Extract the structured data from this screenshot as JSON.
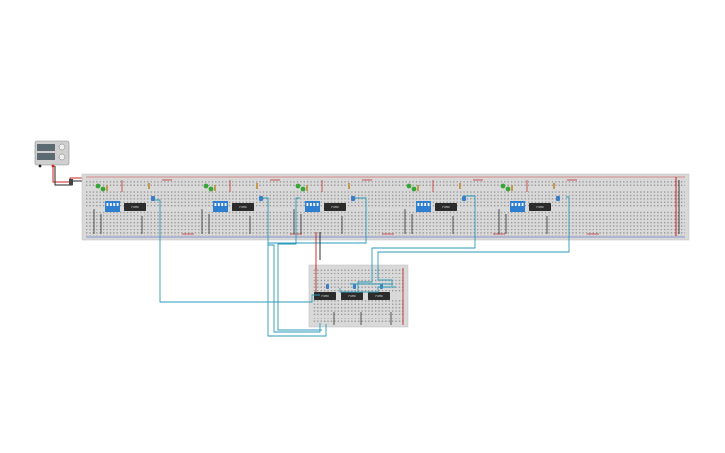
{
  "app": {
    "canvas_background": "#ffffff"
  },
  "power_supply": {
    "icon": "bench-power-supply-icon",
    "colors": {
      "body": "#c9c9c9",
      "display": "#5c6b72",
      "positive_wire": "#cc2222",
      "negative_wire": "#222222"
    }
  },
  "main_breadboard": {
    "color": "#d9d9d9",
    "rail_red": "#d23a3a",
    "rail_blue": "#2a4db5",
    "module_count": 5,
    "modules": [
      {
        "chip_label": "74HC"
      },
      {
        "chip_label": "74HC"
      },
      {
        "chip_label": "74HC"
      },
      {
        "chip_label": "74HC"
      },
      {
        "chip_label": "74HC"
      }
    ]
  },
  "small_breadboard": {
    "color": "#d9d9d9",
    "chips": [
      {
        "label": "74HC"
      },
      {
        "label": "74HC"
      },
      {
        "label": "74HC"
      }
    ]
  },
  "colors": {
    "wire_teal": "#2d9bb8",
    "wire_red": "#c21f1f",
    "wire_black": "#1a1a1a",
    "dip_switch": "#2f7fd1",
    "led_green": "#37a537",
    "chip_body": "#2b2b2b",
    "capacitor": "#3a7ec7"
  }
}
